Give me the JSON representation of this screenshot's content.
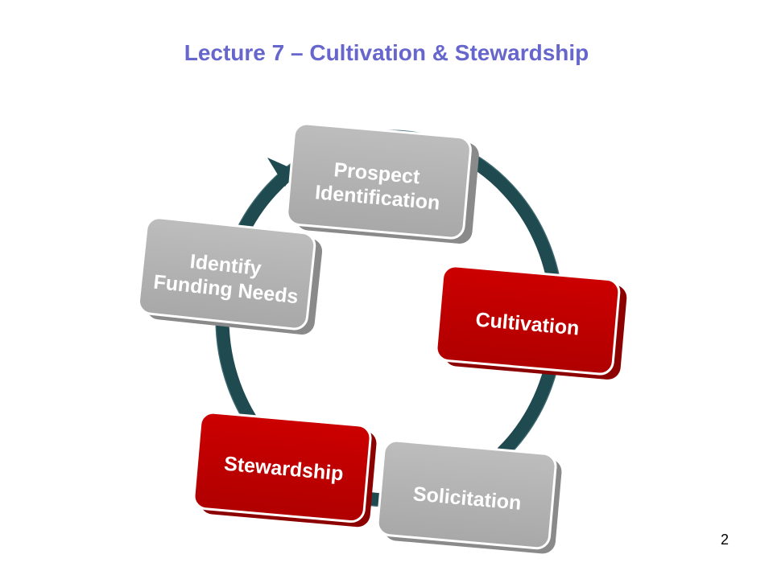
{
  "slide": {
    "title": "Lecture 7 – Cultivation & Stewardship",
    "page_number": "2"
  },
  "cycle": {
    "ring_color": "#1f4a4f",
    "nodes": [
      {
        "id": "prospect",
        "lines": [
          "Prospect",
          "Identification"
        ],
        "color": "gray"
      },
      {
        "id": "cultivation",
        "lines": [
          "Cultivation"
        ],
        "color": "red"
      },
      {
        "id": "solicitation",
        "lines": [
          "Solicitation"
        ],
        "color": "gray"
      },
      {
        "id": "stewardship",
        "lines": [
          "Stewardship"
        ],
        "color": "red"
      },
      {
        "id": "identify",
        "lines": [
          "Identify",
          "Funding Needs"
        ],
        "color": "gray"
      }
    ]
  },
  "colors": {
    "title": "#6666cc",
    "gray_face": "#b0b0b0",
    "gray_side": "#8f8f8f",
    "red_face": "#c00000",
    "red_side": "#8c0000"
  }
}
